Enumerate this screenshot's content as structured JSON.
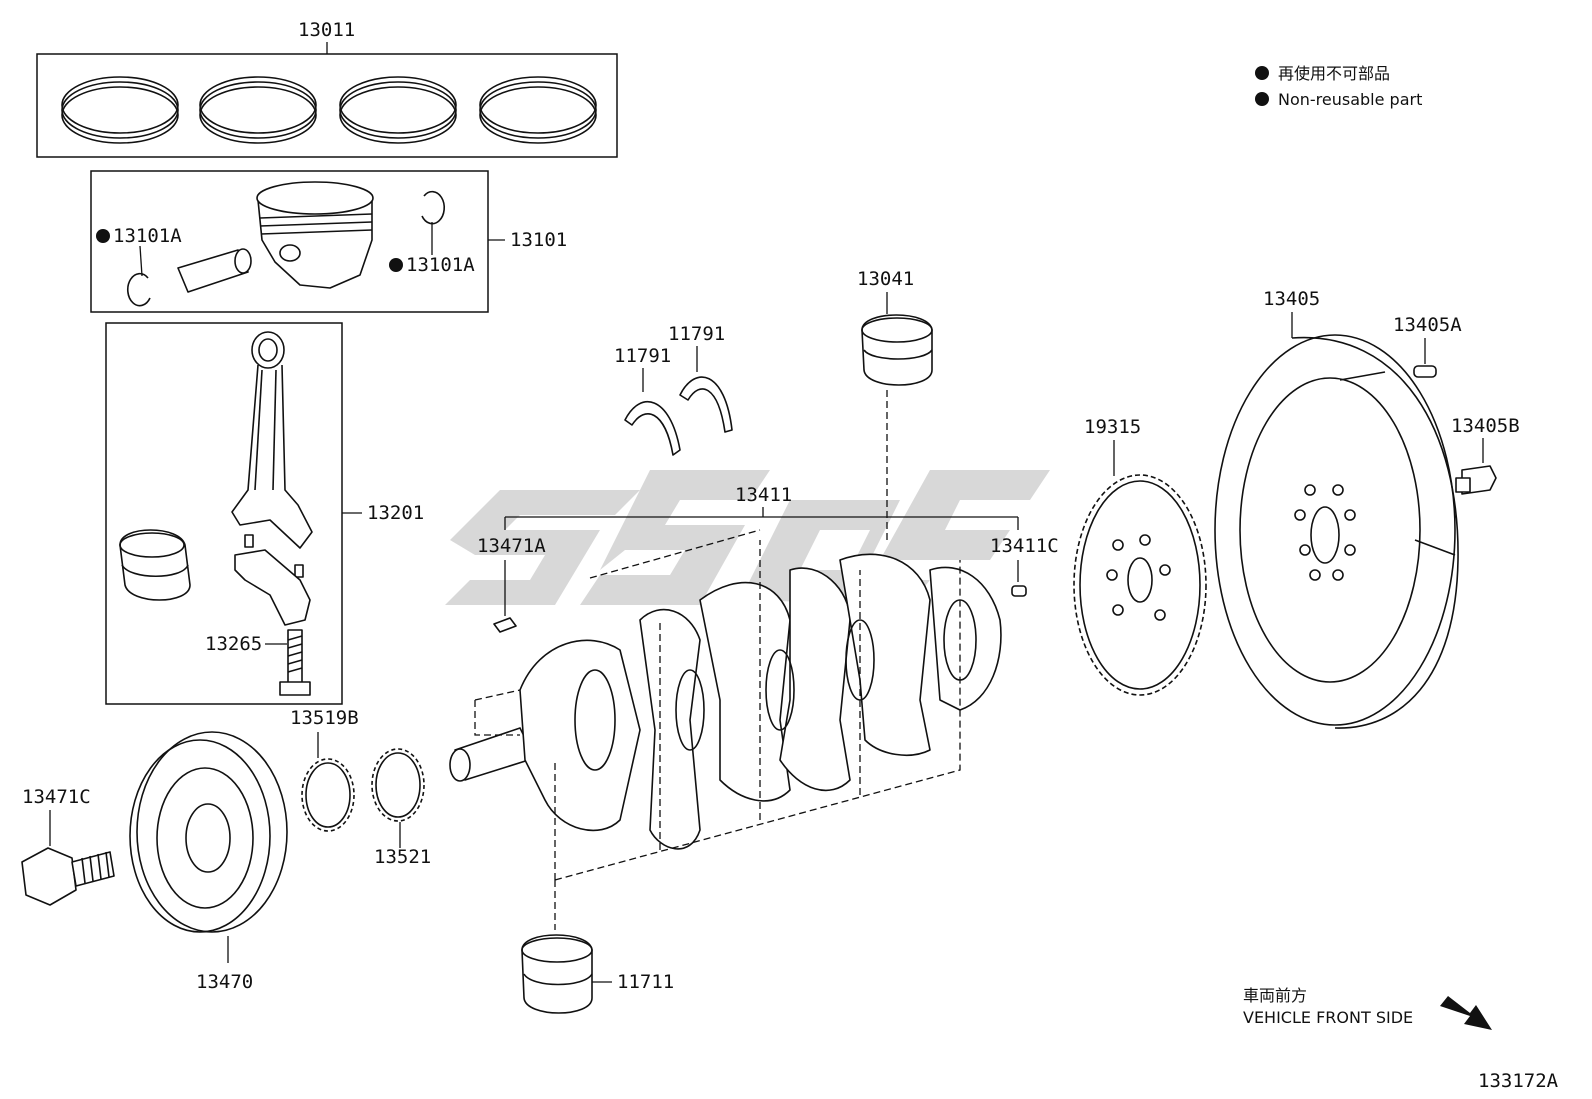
{
  "legend": {
    "jp": "再使用不可部品",
    "en": "Non-reusable part"
  },
  "direction": {
    "jp": "車両前方",
    "en": "VEHICLE FRONT SIDE"
  },
  "diagram_id": "133172A",
  "callouts": {
    "p13011": "13011",
    "p13101A_left": "13101A",
    "p13101A_right": "13101A",
    "p13101": "13101",
    "p13201": "13201",
    "p13265": "13265",
    "p13041": "13041",
    "p11791_left": "11791",
    "p11791_right": "11791",
    "p13405": "13405",
    "p13405A": "13405A",
    "p13405B": "13405B",
    "p19315": "19315",
    "p13411": "13411",
    "p13471A": "13471A",
    "p13411C": "13411C",
    "p13519B": "13519B",
    "p13521": "13521",
    "p13471C": "13471C",
    "p13470": "13470",
    "p11711": "11711"
  },
  "colors": {
    "line": "#111111",
    "watermark": "#cfcfcf"
  }
}
